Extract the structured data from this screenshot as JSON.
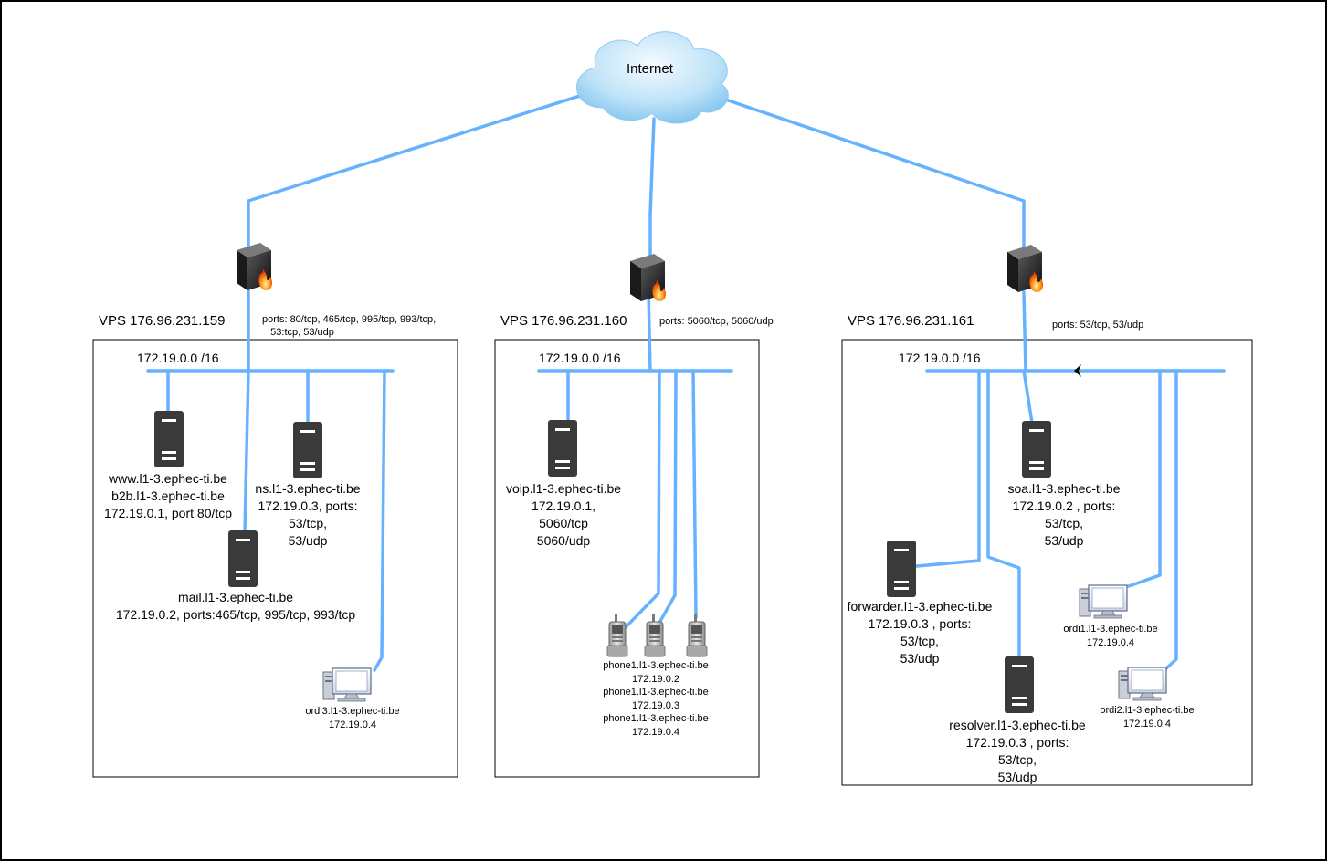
{
  "internet": {
    "label": "Internet"
  },
  "vps1": {
    "title": "VPS 176.96.231.159",
    "ports": "ports: 80/tcp, 465/tcp, 995/tcp, 993/tcp,\n   53:tcp, 53/udp",
    "subnet": "172.19.0.0 /16",
    "www": "www.l1-3.ephec-ti.be\nb2b.l1-3.ephec-ti.be\n172.19.0.1, port 80/tcp",
    "ns": "ns.l1-3.ephec-ti.be\n172.19.0.3, ports:\n53/tcp,\n53/udp",
    "mail": "mail.l1-3.ephec-ti.be\n172.19.0.2, ports:465/tcp, 995/tcp, 993/tcp",
    "ordi3": "ordi3.l1-3.ephec-ti.be\n172.19.0.4"
  },
  "vps2": {
    "title": "VPS 176.96.231.160",
    "ports": "ports: 5060/tcp, 5060/udp",
    "subnet": "172.19.0.0 /16",
    "voip": "voip.l1-3.ephec-ti.be\n172.19.0.1,\n5060/tcp\n5060/udp",
    "phones": "phone1.l1-3.ephec-ti.be\n172.19.0.2\nphone1.l1-3.ephec-ti.be\n172.19.0.3\nphone1.l1-3.ephec-ti.be\n172.19.0.4"
  },
  "vps3": {
    "title": "VPS 176.96.231.161",
    "ports": "ports: 53/tcp, 53/udp",
    "subnet": "172.19.0.0 /16",
    "soa": "soa.l1-3.ephec-ti.be\n172.19.0.2 , ports:\n53/tcp,\n53/udp",
    "forwarder": "forwarder.l1-3.ephec-ti.be\n172.19.0.3 , ports:\n53/tcp,\n53/udp",
    "resolver": "resolver.l1-3.ephec-ti.be\n172.19.0.3 , ports:\n53/tcp,\n53/udp",
    "ordi1": "ordi1.l1-3.ephec-ti.be\n172.19.0.4",
    "ordi2": "ordi2.l1-3.ephec-ti.be\n172.19.0.4"
  },
  "colors": {
    "link": "#66b2ff",
    "server": "#3a3a3a",
    "box_border": "#000000"
  }
}
